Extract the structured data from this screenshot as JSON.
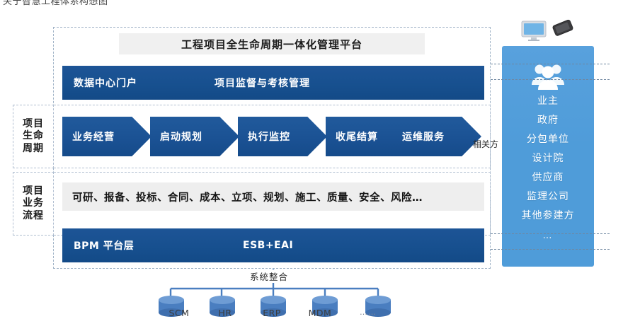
{
  "caption": "关于智慧工程体系构想图",
  "platform": {
    "title": "工程项目全生命周期一体化管理平台"
  },
  "portal_band": {
    "left_label": "数据中心门户",
    "center_label": "项目监督与考核管理"
  },
  "side_labels": {
    "lifecycle": "项目生命周期",
    "lifecycle_lines": [
      "项目",
      "生命",
      "周期"
    ],
    "process": "项目业务流程",
    "process_lines": [
      "项目",
      "业务",
      "流程"
    ]
  },
  "lifecycle_stages": [
    {
      "label": "业务经营"
    },
    {
      "label": "启动规划"
    },
    {
      "label": "执行监控"
    },
    {
      "label": "收尾结算"
    },
    {
      "label": "运维服务"
    }
  ],
  "related_party_label": "相关方",
  "business_process": {
    "text": "可研、报备、投标、合同、成本、立项、规划、施工、质量、安全、风险…"
  },
  "bpm_band": {
    "left_label": "BPM  平台层",
    "center_label": "ESB+EAI"
  },
  "stakeholders": {
    "icon": "people-group-icon",
    "items": [
      "业主",
      "政府",
      "分包单位",
      "设计院",
      "供应商",
      "监理公司",
      "其他参建方"
    ],
    "ellipsis": "…"
  },
  "devices": [
    {
      "icon": "desktop-monitor-icon"
    },
    {
      "icon": "mobile-phone-icon"
    }
  ],
  "integration": {
    "label": "系统整合",
    "systems": [
      "SCM",
      "HR",
      "ERP",
      "MDM",
      "……"
    ]
  },
  "colors": {
    "dark_blue": "#17508f",
    "chevron_blue": "#1a5193",
    "panel_blue": "#4f9cd9",
    "strip_gray": "#eeeeee",
    "title_gray": "#f0f0f0",
    "dashed_border": "#9fb2c6",
    "tree_blue": "#4a7ec0"
  }
}
